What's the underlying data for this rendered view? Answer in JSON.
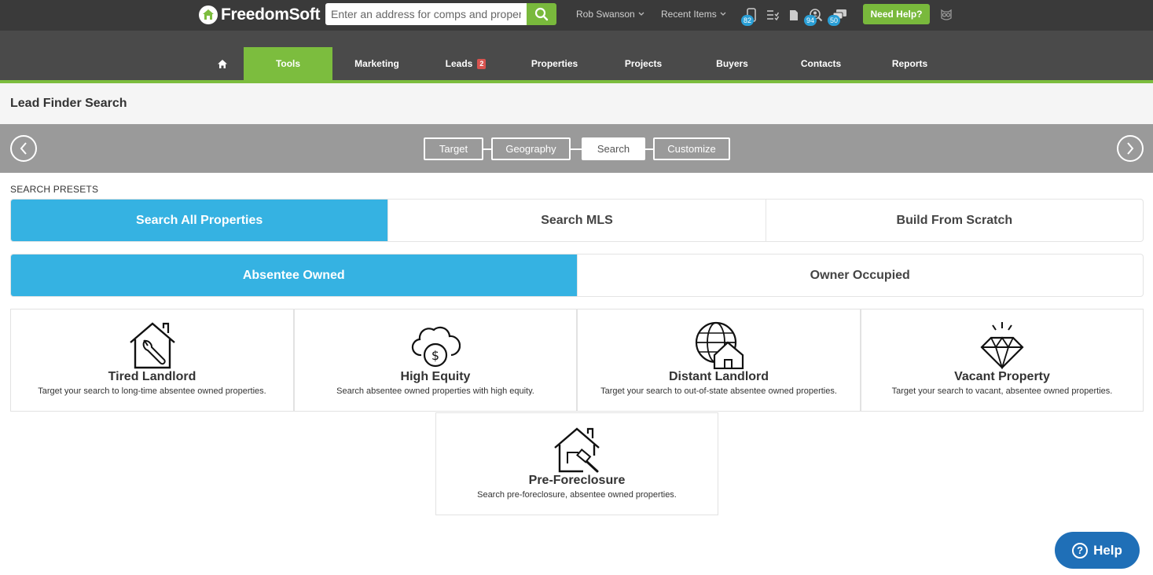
{
  "topbar": {
    "logo_text": "FreedomSoft",
    "search_placeholder": "Enter an address for comps and property details",
    "user_name": "Rob Swanson",
    "recent_items": "Recent Items",
    "badges": {
      "phone": "82",
      "search_people": "94",
      "chat": "50"
    },
    "need_help": "Need Help?"
  },
  "nav": {
    "items": [
      {
        "label": "",
        "icon": "home-icon"
      },
      {
        "label": "Tools"
      },
      {
        "label": "Marketing"
      },
      {
        "label": "Leads",
        "badge": "2"
      },
      {
        "label": "Properties"
      },
      {
        "label": "Projects"
      },
      {
        "label": "Buyers"
      },
      {
        "label": "Contacts"
      },
      {
        "label": "Reports"
      }
    ],
    "active": "Tools",
    "accent_color": "#7cbd3e"
  },
  "page": {
    "title": "Lead Finder Search"
  },
  "steps": [
    "Target",
    "Geography",
    "Search",
    "Customize"
  ],
  "active_step": "Search",
  "presets": {
    "label": "SEARCH PRESETS",
    "primary": [
      "Search All Properties",
      "Search MLS",
      "Build From Scratch"
    ],
    "primary_active": "Search All Properties",
    "secondary": [
      "Absentee Owned",
      "Owner Occupied"
    ],
    "secondary_active": "Absentee Owned",
    "active_color": "#35b2e2"
  },
  "cards": [
    {
      "title": "Tired Landlord",
      "desc": "Target your search to long-time absentee owned properties.",
      "icon": "house-wrench-icon"
    },
    {
      "title": "High Equity",
      "desc": "Search absentee owned properties with high equity.",
      "icon": "cloud-dollar-icon"
    },
    {
      "title": "Distant Landlord",
      "desc": "Target your search to out-of-state absentee owned properties.",
      "icon": "globe-house-icon"
    },
    {
      "title": "Vacant Property",
      "desc": "Target your search to vacant, absentee owned properties.",
      "icon": "diamond-icon"
    },
    {
      "title": "Pre-Foreclosure",
      "desc": "Search pre-foreclosure, absentee owned properties.",
      "icon": "house-gavel-icon"
    }
  ],
  "help_button": "Help"
}
